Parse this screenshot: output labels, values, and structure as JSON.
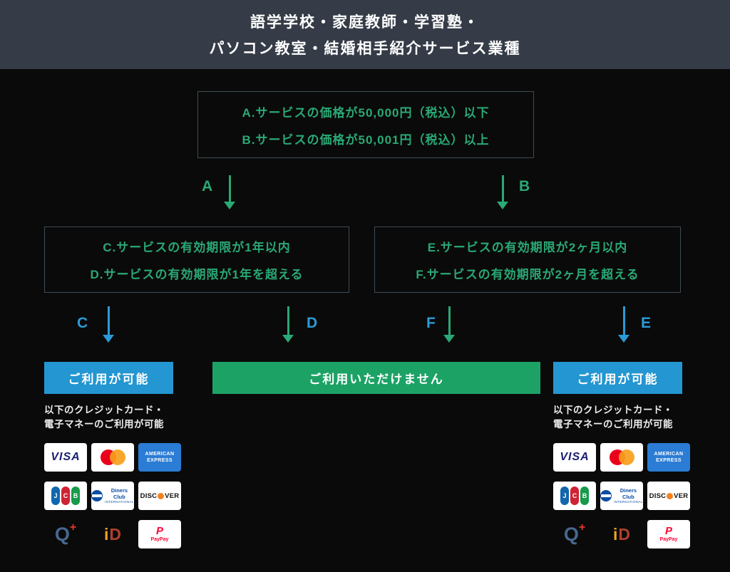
{
  "colors": {
    "background": "#0a0a0a",
    "header_bg": "#353c47",
    "accent_green": "#2aa875",
    "accent_blue": "#2b9bd7",
    "available_box_blue": "#2496d1",
    "unavailable_box_green": "#1da266"
  },
  "header": {
    "line1": "語学学校・家庭教師・学習塾・",
    "line2": "パソコン教室・結婚相手紹介サービス業種"
  },
  "flow": {
    "price_box": {
      "line_a": "A.サービスの価格が50,000円（税込）以下",
      "line_b": "B.サービスの価格が50,001円（税込）以上"
    },
    "branch_labels": {
      "a": "A",
      "b": "B",
      "c": "C",
      "d": "D",
      "e": "E",
      "f": "F"
    },
    "term_box_left": {
      "line_c": "C.サービスの有効期限が1年以内",
      "line_d": "D.サービスの有効期限が1年を超える"
    },
    "term_box_right": {
      "line_e": "E.サービスの有効期限が2ヶ月以内",
      "line_f": "F.サービスの有効期限が2ヶ月を超える"
    },
    "results": {
      "available": "ご利用が可能",
      "unavailable": "ご利用いただけません"
    },
    "note": {
      "line1": "以下のクレジットカード・",
      "line2": "電子マネーのご利用が可能"
    }
  },
  "cards": {
    "logo_names": [
      "visa",
      "mastercard",
      "american-express",
      "jcb",
      "diners-club",
      "discover",
      "quicpay",
      "id",
      "paypay"
    ],
    "visa": {
      "label": "VISA"
    },
    "amex": {
      "line1": "AMERICAN",
      "line2": "EXPRESS"
    },
    "jcb": {
      "j": "J",
      "c": "C",
      "b": "B"
    },
    "diners": {
      "line1": "Diners Club",
      "line2": "INTERNATIONAL"
    },
    "discover": {
      "pre": "DISC",
      "o": "O",
      "post": "VER"
    },
    "quicpay": {
      "q": "Q",
      "plus": "+"
    },
    "id": {
      "i": "i",
      "d": "D"
    },
    "paypay": {
      "mark": "P",
      "label": "PayPay"
    }
  }
}
